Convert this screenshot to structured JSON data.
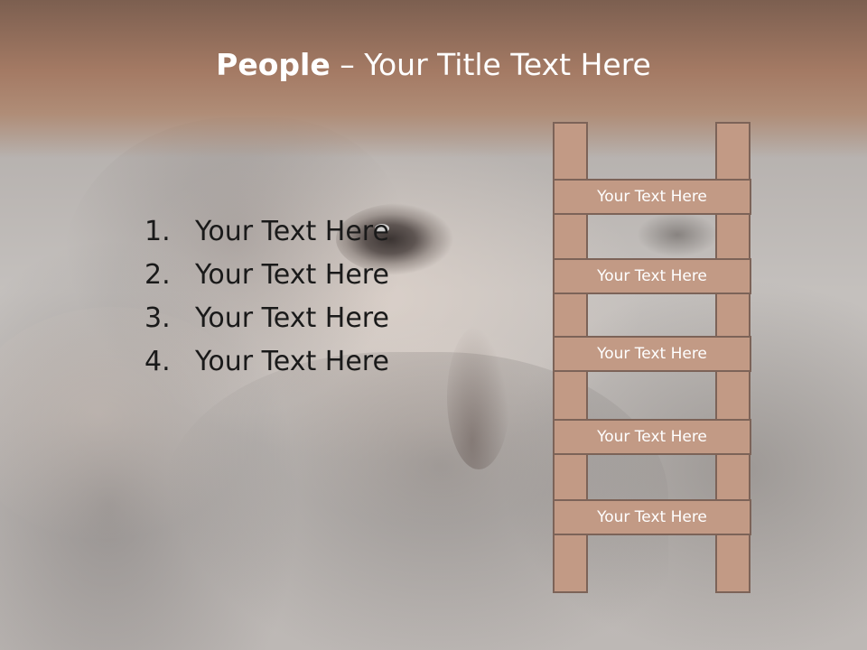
{
  "slide": {
    "title_bold": "People",
    "title_rest": " – Your Title Text Here",
    "list": [
      {
        "num": "1.",
        "text": "Your Text Here"
      },
      {
        "num": "2.",
        "text": "Your Text Here"
      },
      {
        "num": "3.",
        "text": "Your Text Here"
      },
      {
        "num": "4.",
        "text": "Your Text Here"
      }
    ],
    "ladder": [
      "Your Text Here",
      "Your Text Here",
      "Your Text Here",
      "Your Text Here",
      "Your Text Here"
    ]
  },
  "colors": {
    "title_band": "#a47a64",
    "ladder_fill": "#c29a85",
    "ladder_border": "#7c6358",
    "title_text": "#ffffff",
    "body_text": "#1a1a1a"
  }
}
